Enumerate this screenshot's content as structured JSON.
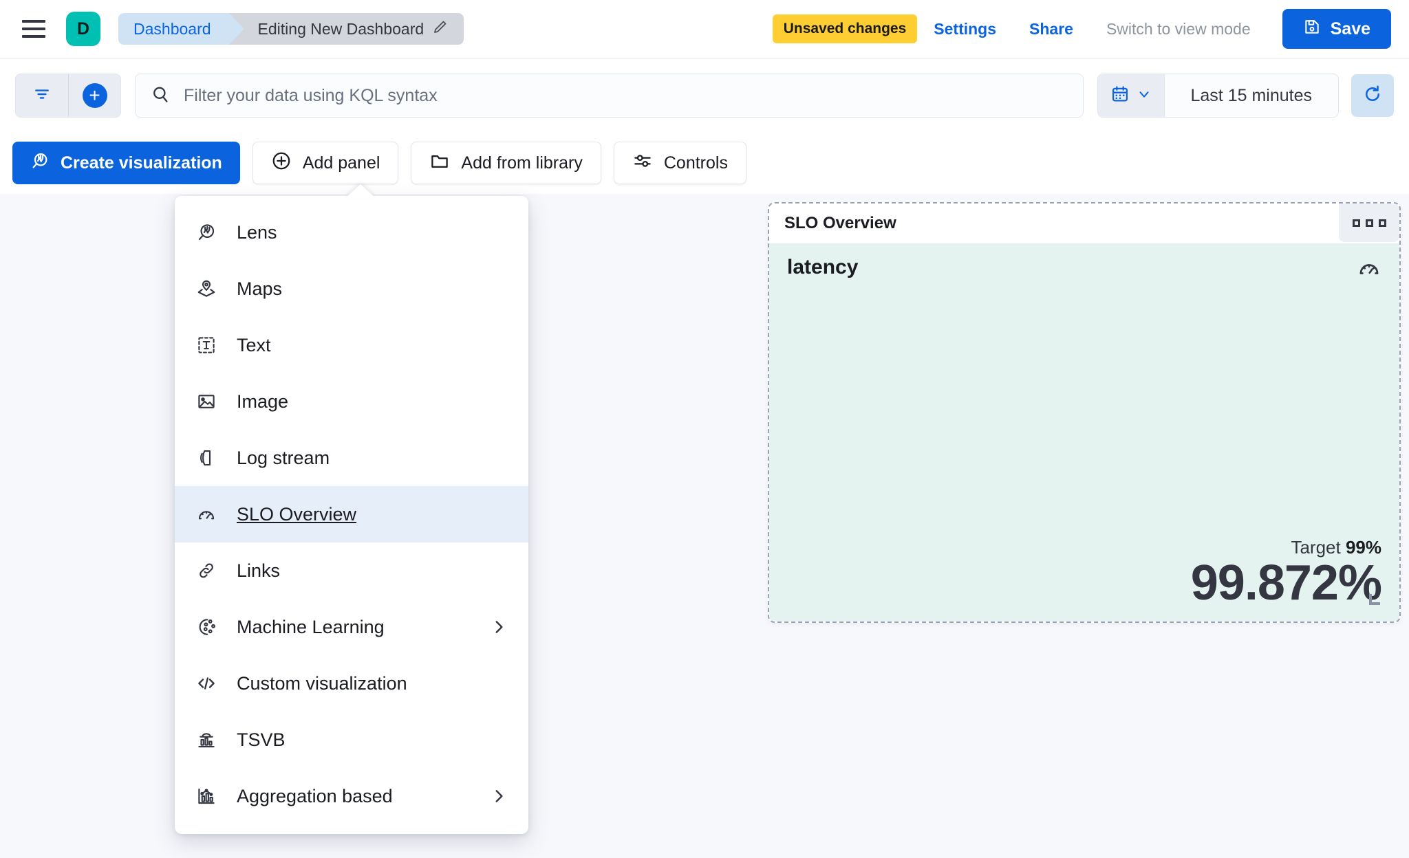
{
  "header": {
    "menu_icon": "hamburger-icon",
    "space_initial": "D",
    "breadcrumb_root": "Dashboard",
    "breadcrumb_current": "Editing New Dashboard",
    "edit_icon": "pencil-icon",
    "unsaved_badge": "Unsaved changes",
    "settings_link": "Settings",
    "share_link": "Share",
    "view_mode_link": "Switch to view mode",
    "save_label": "Save",
    "save_icon": "save-disk-icon",
    "accent_color": "#0B64DD",
    "badge_color": "#FFCE32",
    "space_color": "#00BFB3"
  },
  "querybar": {
    "filter_icon": "filter-icon",
    "add_filter_icon": "plus-circle-icon",
    "search_icon": "search-icon",
    "search_value": "",
    "search_placeholder": "Filter your data using KQL syntax",
    "calendar_icon": "calendar-icon",
    "calendar_chevron": "chevron-down-icon",
    "time_range": "Last 15 minutes",
    "refresh_icon": "refresh-icon"
  },
  "actionbar": {
    "buttons": [
      {
        "label": "Create visualization",
        "icon": "lens-icon",
        "style": "primary"
      },
      {
        "label": "Add panel",
        "icon": "plus-circle-outline-icon",
        "style": "ghost"
      },
      {
        "label": "Add from library",
        "icon": "folder-icon",
        "style": "ghost"
      },
      {
        "label": "Controls",
        "icon": "controls-sliders-icon",
        "style": "ghost"
      }
    ]
  },
  "popover": {
    "items": [
      {
        "label": "Lens",
        "icon": "lens-icon",
        "selected": false,
        "submenu": false
      },
      {
        "label": "Maps",
        "icon": "maps-pin-icon",
        "selected": false,
        "submenu": false
      },
      {
        "label": "Text",
        "icon": "text-box-icon",
        "selected": false,
        "submenu": false
      },
      {
        "label": "Image",
        "icon": "image-icon",
        "selected": false,
        "submenu": false
      },
      {
        "label": "Log stream",
        "icon": "log-stream-icon",
        "selected": false,
        "submenu": false
      },
      {
        "label": "SLO Overview",
        "icon": "gauge-icon",
        "selected": true,
        "submenu": false
      },
      {
        "label": "Links",
        "icon": "link-icon",
        "selected": false,
        "submenu": false
      },
      {
        "label": "Machine Learning",
        "icon": "ml-nodes-icon",
        "selected": false,
        "submenu": true
      },
      {
        "label": "Custom visualization",
        "icon": "code-icon",
        "selected": false,
        "submenu": false
      },
      {
        "label": "TSVB",
        "icon": "tsvb-icon",
        "selected": false,
        "submenu": false
      },
      {
        "label": "Aggregation based",
        "icon": "agg-chart-icon",
        "selected": false,
        "submenu": true
      }
    ]
  },
  "slo_panel": {
    "title": "SLO Overview",
    "context_menu_icon": "grid-dots-icon",
    "metric_name": "latency",
    "gauge_icon": "gauge-icon",
    "target_label": "Target",
    "target_value": "99%",
    "value": "99.872%",
    "background_color": "#E4F3F0",
    "resize_handle_icon": "resize-corner-icon"
  }
}
